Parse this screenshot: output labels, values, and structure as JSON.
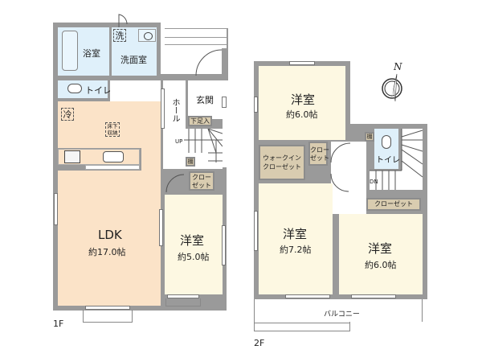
{
  "floors": [
    {
      "label": "1F",
      "rooms": {
        "bath": {
          "name": "浴室"
        },
        "washroom": {
          "name": "洗面室",
          "washer_mark": "洗"
        },
        "toilet": {
          "name": "トイレ"
        },
        "ldk": {
          "name": "LDK",
          "area": "約17.0帖",
          "fridge_mark": "冷",
          "underfloor_storage": "床下\n収納"
        },
        "hall": {
          "name": "ホール"
        },
        "entrance": {
          "name": "玄関",
          "shoe_box": "下足入"
        },
        "stairs": {
          "direction": "UP"
        },
        "shelf": {
          "name": "棚"
        },
        "closet": {
          "name": "クロー\nゼット"
        },
        "western": {
          "name": "洋室",
          "area": "約5.0帖"
        }
      }
    },
    {
      "label": "2F",
      "rooms": {
        "western_north": {
          "name": "洋室",
          "area": "約6.0帖"
        },
        "walk_in_closet": {
          "name": "ウォークイン\nクローゼット"
        },
        "closet_small": {
          "name": "クロー\nゼット"
        },
        "shelf": {
          "name": "棚"
        },
        "toilet": {
          "name": "トイレ"
        },
        "stairs": {
          "direction": "DN"
        },
        "closet_east": {
          "name": "クローゼット"
        },
        "western_sw": {
          "name": "洋室",
          "area": "約7.2帖"
        },
        "western_se": {
          "name": "洋室",
          "area": "約6.0帖"
        },
        "balcony": {
          "name": "バルコニー"
        }
      }
    }
  ],
  "compass": {
    "label": "N",
    "icon": "north-arrow-icon"
  },
  "colors": {
    "ldk": "#fbe3c8",
    "western": "#fdf8e2",
    "wet": "#dff0fa",
    "closet": "#d9ccb0",
    "wall": "#9a9a9a"
  }
}
